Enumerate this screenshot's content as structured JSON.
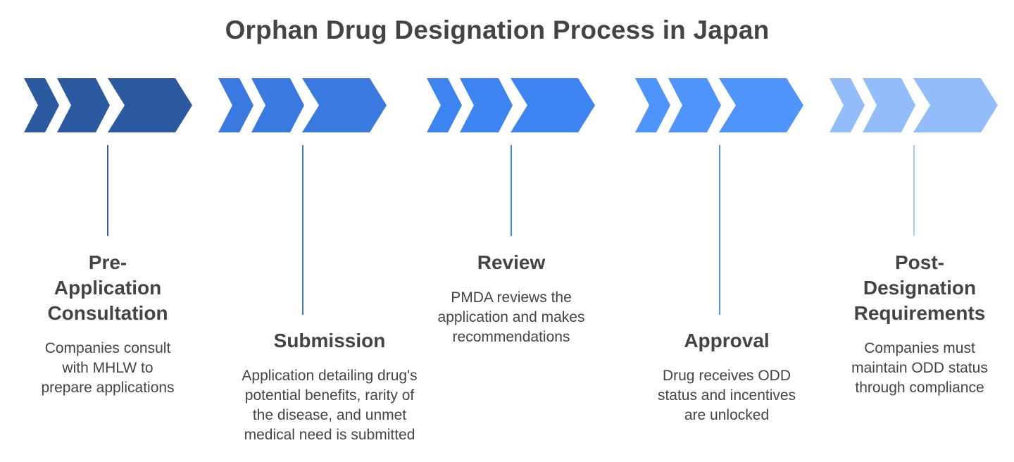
{
  "title": "Orphan Drug Designation Process in Japan",
  "colors": {
    "stage1": "#2b5aa1",
    "stage2": "#3a7ae0",
    "stage3": "#3d84f0",
    "stage4": "#4f94fb",
    "stage5": "#93bcfb"
  },
  "stages": [
    {
      "name_lines": [
        "Pre-",
        "Application",
        "Consultation"
      ],
      "desc_lines": [
        "Companies consult",
        "with MHLW to",
        "prepare applications"
      ]
    },
    {
      "name_lines": [
        "Submission"
      ],
      "desc_lines": [
        "Application detailing drug's",
        "potential benefits, rarity of",
        "the disease, and unmet",
        "medical need is submitted"
      ]
    },
    {
      "name_lines": [
        "Review"
      ],
      "desc_lines": [
        "PMDA reviews the",
        "application and makes",
        "recommendations"
      ]
    },
    {
      "name_lines": [
        "Approval"
      ],
      "desc_lines": [
        "Drug receives ODD",
        "status and incentives",
        "are unlocked"
      ]
    },
    {
      "name_lines": [
        "Post-",
        "Designation",
        "Requirements"
      ],
      "desc_lines": [
        "Companies must",
        "maintain ODD status",
        "through compliance"
      ]
    }
  ]
}
